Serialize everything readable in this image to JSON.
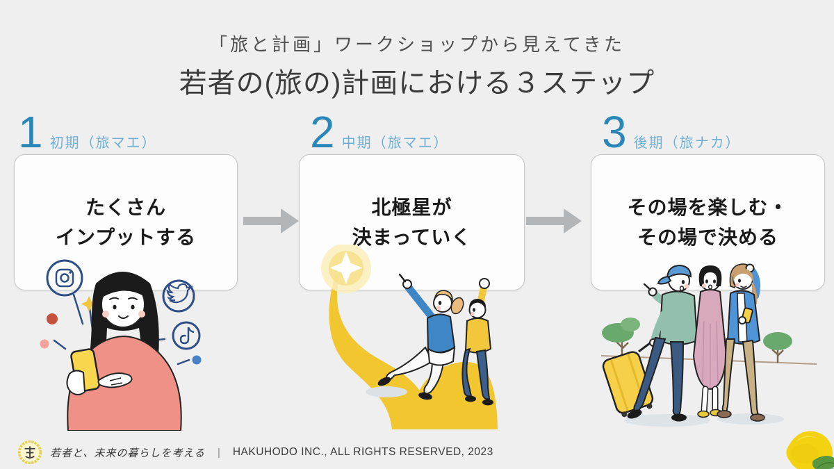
{
  "slide": {
    "background_color": "#efeff0",
    "title": {
      "line1": "「旅と計画」ワークショップから見えてきた",
      "line2": "若者の(旅の)計画における３ステップ"
    },
    "steps": [
      {
        "number": "1",
        "phase_label": "初期（旅マエ）",
        "card_text_line1": "たくさん",
        "card_text_line2": "インプットする",
        "illustration": "young-woman-browsing-sns-on-smartphone",
        "sns_icons": [
          "instagram-icon",
          "twitter-icon",
          "tiktok-icon"
        ]
      },
      {
        "number": "2",
        "phase_label": "中期（旅マエ）",
        "card_text_line1": "北極星が",
        "card_text_line2": "決まっていく",
        "illustration": "two-friends-on-yellow-path-pointing-at-glowing-north-star"
      },
      {
        "number": "3",
        "phase_label": "後期（旅ナカ）",
        "card_text_line1": "その場を楽しむ・",
        "card_text_line2": "その場で決める",
        "illustration": "three-travelers-walking-with-yellow-suitcase-and-phone"
      }
    ],
    "arrows": {
      "count": 2,
      "direction": "right",
      "color": "#b3b6b8"
    },
    "footer": {
      "logo": "lemon-badge-logo",
      "tagline": "若者と、未来の暮らしを考える",
      "divider": "|",
      "copyright": "HAKUHODO INC., ALL RIGHTS RESERVED, 2023"
    },
    "decoration": {
      "bottom_right": "watercolor-lemon-with-leaf"
    },
    "colors": {
      "step_number": "#2b87b8",
      "step_label": "#6fb0d2",
      "card_background": "#fdfdfe",
      "card_border": "#c6c6c6",
      "card_text": "#1a1a1a",
      "arrow": "#b3b6b8",
      "title_secondary": "#4f4f4f",
      "title_primary": "#3c3c3c",
      "accent_yellow": "#f2c62f",
      "accent_salmon": "#ef9186",
      "sns_icon_navy": "#2d4e87"
    }
  }
}
